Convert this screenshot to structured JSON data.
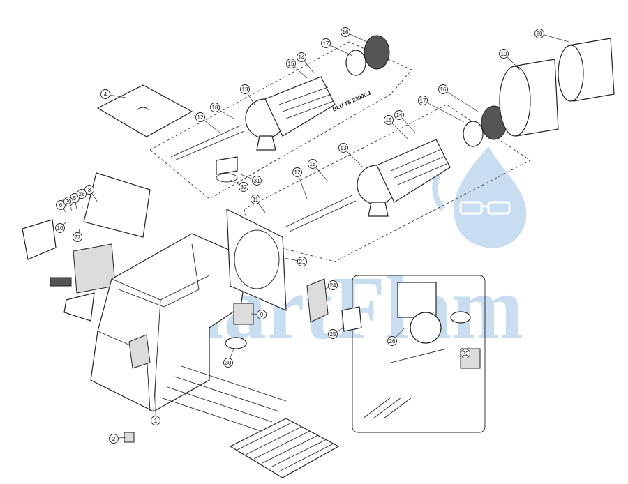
{
  "model_label": "BLU TS 23000.1",
  "watermark": {
    "text": "SmartFlam",
    "color": "#9ec3e6"
  },
  "callouts": [
    {
      "id": "c1",
      "label": "1"
    },
    {
      "id": "c2",
      "label": "2"
    },
    {
      "id": "c3",
      "label": "3"
    },
    {
      "id": "c4",
      "label": "4"
    },
    {
      "id": "c5",
      "label": "5"
    },
    {
      "id": "c6",
      "label": "6"
    },
    {
      "id": "c9",
      "label": "9"
    },
    {
      "id": "c10",
      "label": "10"
    },
    {
      "id": "c11",
      "label": "11"
    },
    {
      "id": "c12a",
      "label": "12"
    },
    {
      "id": "c12b",
      "label": "12"
    },
    {
      "id": "c13a",
      "label": "13"
    },
    {
      "id": "c13b",
      "label": "13"
    },
    {
      "id": "c14a",
      "label": "14"
    },
    {
      "id": "c14b",
      "label": "14"
    },
    {
      "id": "c15a",
      "label": "15"
    },
    {
      "id": "c15b",
      "label": "15"
    },
    {
      "id": "c16a",
      "label": "16"
    },
    {
      "id": "c16b",
      "label": "16"
    },
    {
      "id": "c17a",
      "label": "17"
    },
    {
      "id": "c17b",
      "label": "17"
    },
    {
      "id": "c18a",
      "label": "18"
    },
    {
      "id": "c18b",
      "label": "18"
    },
    {
      "id": "c19",
      "label": "19"
    },
    {
      "id": "c20",
      "label": "20"
    },
    {
      "id": "c21",
      "label": "21"
    },
    {
      "id": "c22",
      "label": "22"
    },
    {
      "id": "c24",
      "label": "24"
    },
    {
      "id": "c25",
      "label": "25"
    },
    {
      "id": "c26",
      "label": "26"
    },
    {
      "id": "c27",
      "label": "27"
    },
    {
      "id": "c28",
      "label": "28"
    },
    {
      "id": "c29",
      "label": "29"
    },
    {
      "id": "c30",
      "label": "30"
    },
    {
      "id": "c31",
      "label": "31"
    },
    {
      "id": "c32",
      "label": "32"
    }
  ]
}
